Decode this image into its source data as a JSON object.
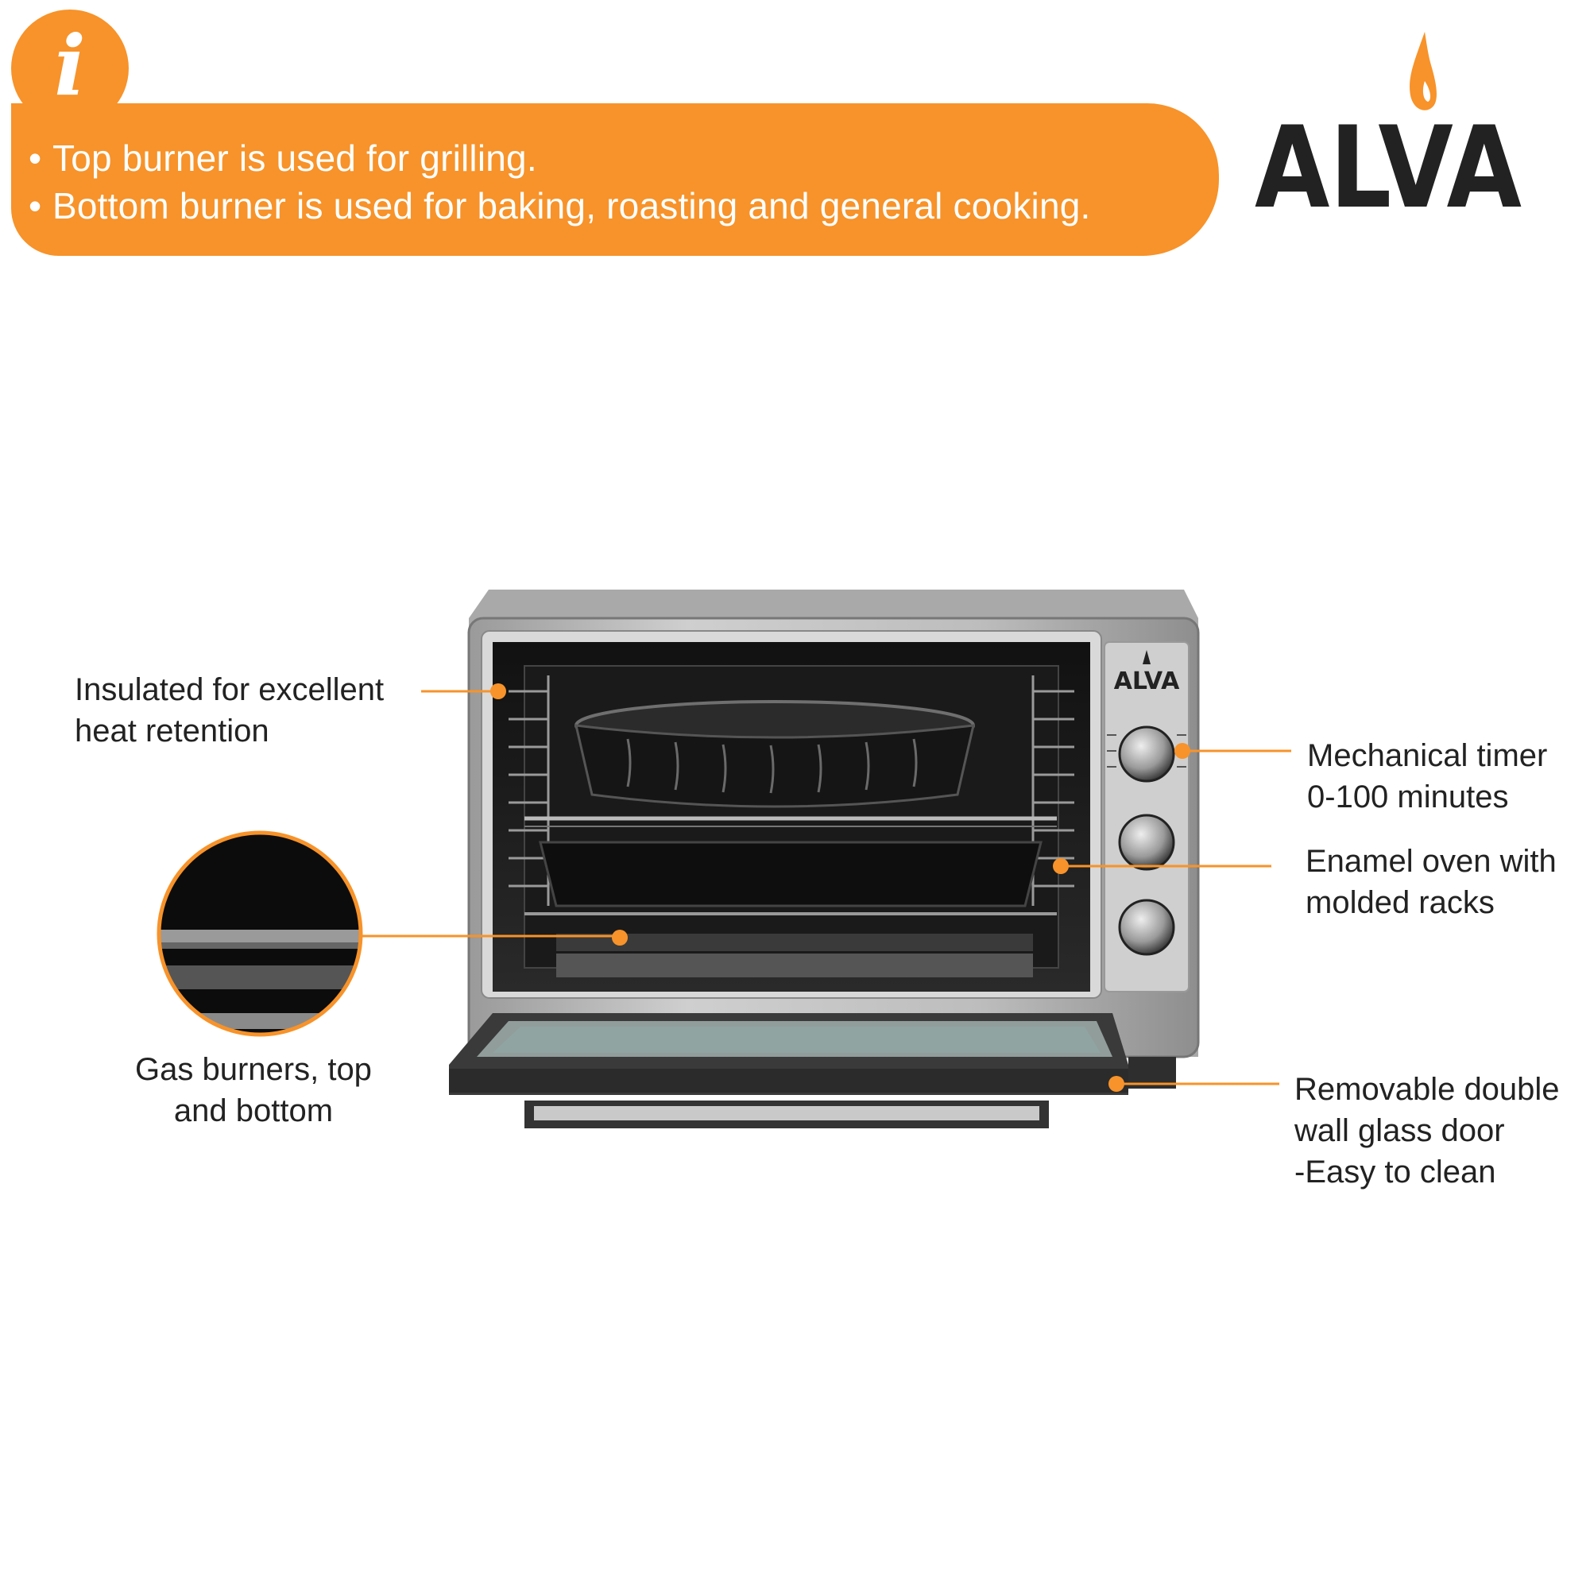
{
  "info_banner": {
    "icon": "info-icon",
    "icon_glyph": "i",
    "bullet": "•",
    "lines": [
      "Top burner is used for grilling.",
      "Bottom burner is used for baking, roasting and general cooking."
    ]
  },
  "brand": {
    "logo_text": "ALVA",
    "oven_badge_text": "ALVA",
    "colors": {
      "accent": "#f7932a",
      "dark": "#222222"
    }
  },
  "features": {
    "insulated": {
      "line1": "Insulated for excellent",
      "line2": "heat retention"
    },
    "gas_burners": {
      "line1": "Gas burners, top",
      "line2": "and bottom"
    },
    "timer": {
      "line1": "Mechanical timer",
      "line2": "0-100 minutes"
    },
    "enamel": {
      "line1": "Enamel oven with",
      "line2": "molded racks"
    },
    "door": {
      "line1": "Removable double",
      "line2": "wall glass door",
      "line3": "-Easy to clean"
    }
  }
}
